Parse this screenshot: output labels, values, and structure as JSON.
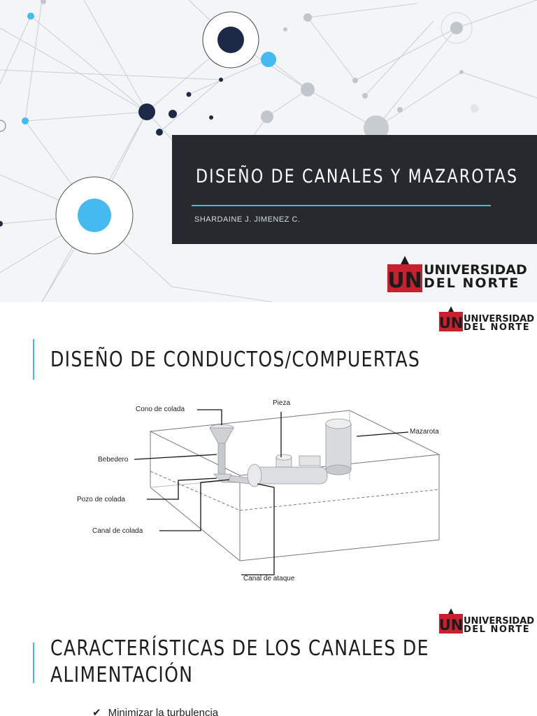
{
  "slide1": {
    "title": "DISEÑO DE CANALES Y MAZAROTAS",
    "subtitle": "SHARDAINE J. JIMENEZ C."
  },
  "logo": {
    "mark": "UN",
    "line1": "UNIVERSIDAD",
    "line2": "DEL NORTE"
  },
  "slide2": {
    "heading": "DISEÑO DE CONDUCTOS/COMPUERTAS",
    "labels": {
      "cono": "Cono de colada",
      "pieza": "Pieza",
      "mazarota": "Mazarota",
      "bebedero": "Bebedero",
      "pozo": "Pozo de colada",
      "canal_colada": "Canal de colada",
      "canal_ataque": "Canal de ataque"
    }
  },
  "slide3": {
    "heading_line1": "CARACTERÍSTICAS DE LOS CANALES DE",
    "heading_line2": "ALIMENTACIÓN",
    "bullets": [
      "Minimizar la turbulencia"
    ]
  },
  "colors": {
    "accent": "#49b7e6",
    "title_box": "#262a2e",
    "logo_red": "#c8202f",
    "node_dark": "#1d2a47"
  }
}
